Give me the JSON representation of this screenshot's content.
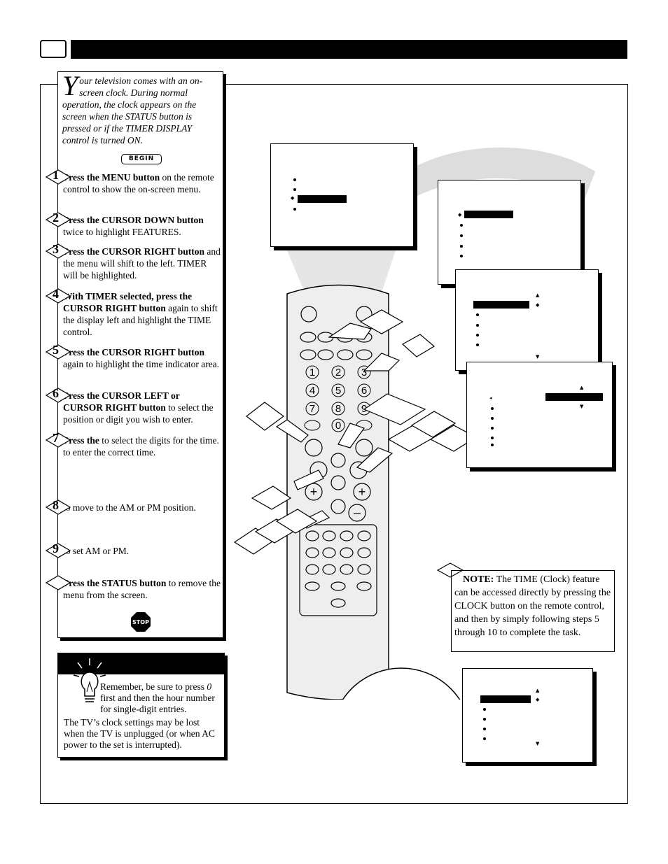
{
  "intro": {
    "dropcap": "Y",
    "text": "our television comes with an on-screen clock.  During normal operation, the clock appears on the screen when the STATUS button is pressed or if the TIMER DISPLAY control is turned ON."
  },
  "begin_label": "BEGIN",
  "steps": [
    {
      "num": "1",
      "bold": "Press the MENU button",
      "text": " on the remote control to show the on-screen menu."
    },
    {
      "num": "2",
      "bold": "Press the CURSOR DOWN button",
      "text": " twice to highlight FEATURES."
    },
    {
      "num": "3",
      "bold": "Press the CURSOR RIGHT button",
      "text": " and the menu will shift to the left. TIMER will be highlighted."
    },
    {
      "num": "4",
      "bold": "With TIMER selected, press the CURSOR RIGHT button",
      "text": " again to shift the display left and highlight the TIME control."
    },
    {
      "num": "5",
      "bold": "Press the CURSOR RIGHT button",
      "text": " again to highlight the time indicator area."
    },
    {
      "num": "6",
      "bold": "Press the CURSOR LEFT or CURSOR RIGHT button",
      "text": " to select the position or digit you wish to enter."
    },
    {
      "num": "7",
      "bold": "Press the",
      "text": " to select the digits for the time. to enter the correct time."
    },
    {
      "num": "8",
      "bold": "",
      "text": "to move to the AM or PM position."
    },
    {
      "num": "9",
      "bold": "",
      "text": "to set AM or PM."
    },
    {
      "num": "",
      "bold": "Press the STATUS button",
      "text": " to remove the menu from the screen."
    }
  ],
  "stop_label": "STOP",
  "tip": {
    "text1_pre": "Remember, be sure to press ",
    "text1_zero": "0",
    "text1_post": " first and then the hour number for single-digit entries.",
    "text2": "The TV’s clock settings may be lost when the TV is unplugged (or when AC power to the set is interrupted)."
  },
  "note": {
    "label": "NOTE:",
    "text": "  The TIME (Clock) feature can be accessed directly by pressing the CLOCK button on the remote control, and then by simply following steps 5 through 10 to complete the task."
  },
  "remote": {
    "digits": [
      "1",
      "2",
      "3",
      "4",
      "5",
      "6",
      "7",
      "8",
      "9",
      "0"
    ],
    "plus": "+",
    "minus": "–"
  }
}
